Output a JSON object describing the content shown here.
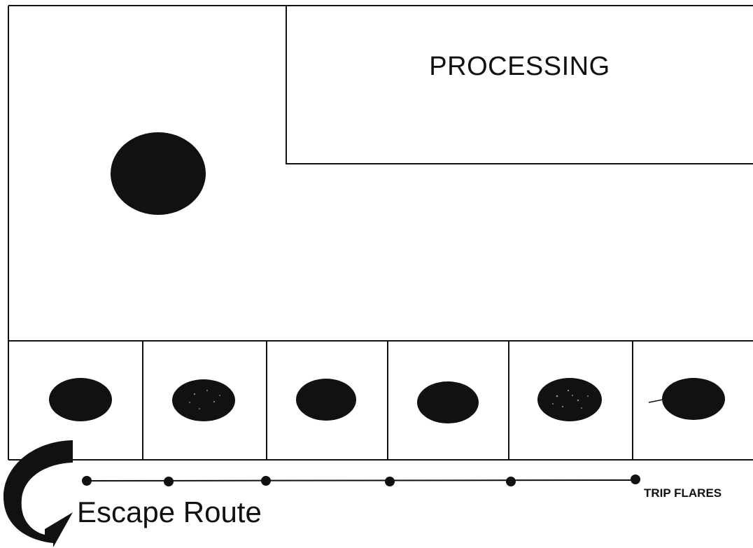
{
  "diagram": {
    "processing_label": "PROCESSING",
    "escape_route_label": "Escape Route",
    "trip_flares_label": "TRIP FLARES",
    "colors": {
      "ink": "#111111",
      "background": "#ffffff"
    },
    "elements": {
      "main_marker": "large-dark-circle",
      "cells": [
        {
          "name": "cell-1",
          "marker": "dark-oval"
        },
        {
          "name": "cell-2",
          "marker": "speckled-oval"
        },
        {
          "name": "cell-3",
          "marker": "dark-oval"
        },
        {
          "name": "cell-4",
          "marker": "dark-oval"
        },
        {
          "name": "cell-5",
          "marker": "speckled-oval"
        },
        {
          "name": "cell-6",
          "marker": "dark-oval"
        }
      ],
      "flare_points": 6,
      "escape_arrow": "curved-arrow"
    }
  }
}
